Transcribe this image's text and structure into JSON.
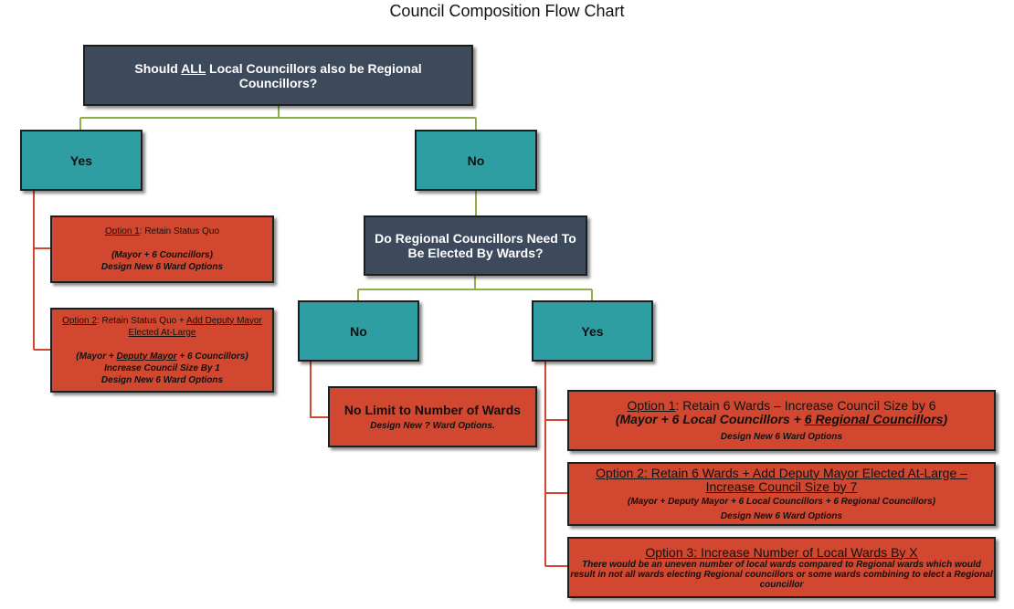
{
  "title": "Council Composition Flow Chart",
  "q1": {
    "text_pre": "Should ",
    "text_emph": "ALL",
    "text_post": " Local Councillors also be Regional Councillors?"
  },
  "yes1": "Yes",
  "no1": "No",
  "opt_a1": {
    "label": "Option 1",
    "rest": ": Retain Status Quo",
    "line2": "(Mayor + 6 Councillors)",
    "line3": "Design New 6 Ward Options"
  },
  "opt_a2": {
    "label": "Option 2",
    "rest_a": ": Retain Status Quo + ",
    "rest_b": "Add Deputy Mayor Elected At-Large",
    "line2_a": "(Mayor + ",
    "line2_b": "Deputy Mayor",
    "line2_c": " +  6 Councillors)",
    "line3": "Increase Council Size By 1",
    "line4": "Design New 6 Ward Options"
  },
  "q2": "Do Regional Councillors Need To Be Elected By Wards?",
  "no2": "No",
  "yes2": "Yes",
  "opt_nolimit": {
    "line1": "No Limit to Number of Wards",
    "line2": "Design New ? Ward Options."
  },
  "opt_b1": {
    "label": "Option 1",
    "rest": ": Retain 6 Wards – Increase Council Size by 6",
    "line2_a": "(Mayor + 6 Local Councillors + ",
    "line2_b": "6 Regional Councillors",
    "line2_c": ")",
    "line3": "Design New 6 Ward Options"
  },
  "opt_b2": {
    "line1": "Option 2: Retain 6 Wards + Add Deputy Mayor Elected At-Large – Increase Council Size by 7",
    "line2": "(Mayor + Deputy Mayor + 6 Local Councillors + 6 Regional Councillors)",
    "line3": "Design New 6 Ward Options"
  },
  "opt_b3": {
    "line1": "Option 3: Increase Number of Local Wards By X",
    "line2": "There would be an uneven number of local wards compared to Regional wards which would result in not all wards electing Regional councillors or some wards combining to elect a Regional councillor"
  },
  "colors": {
    "question": "#3c4a5c",
    "answer": "#2f9ea2",
    "option": "#d1472f",
    "tree_line": "#8db04b",
    "option_line": "#d1472f"
  }
}
